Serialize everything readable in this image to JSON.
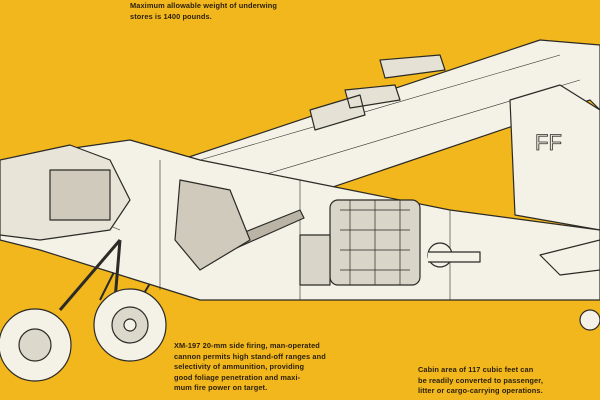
{
  "colors": {
    "background": "#f1b71d",
    "airframe": "#f4f1e6",
    "line": "#2b2a26"
  },
  "captions": {
    "underwing": [
      "Maximum allowable weight of underwing",
      "stores is 1400 pounds."
    ],
    "cannon": [
      "XM-197 20-mm side firing, man-operated",
      "cannon permits high stand-off ranges and",
      "selectivity of ammunition, providing",
      "good foliage penetration and maxi-",
      "mum fire power on target."
    ],
    "cabin": [
      "Cabin area of 117 cubic feet can",
      "be readily converted to passenger,",
      "litter or cargo-carrying operations."
    ]
  }
}
